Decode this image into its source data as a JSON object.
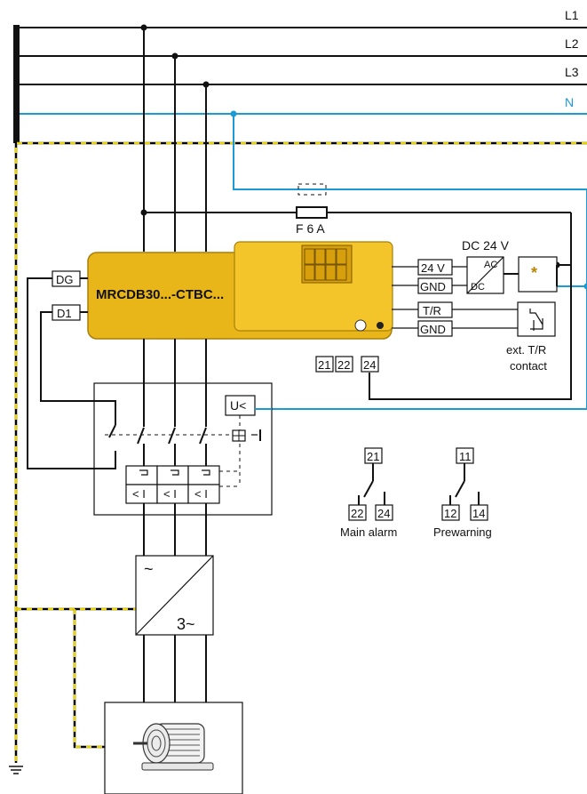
{
  "supply": {
    "l1": "L1",
    "l2": "L2",
    "l3": "L3",
    "n": "N"
  },
  "fuse_label": "F 6 A",
  "device": {
    "name": "MRCDB30...-CTBC...",
    "body_color": "#e9b61a",
    "panel_color": "#f3c52a"
  },
  "terminals": {
    "dg": "DG",
    "d1": "D1",
    "t24v": "24 V",
    "gnd1": "GND",
    "tr": "T/R",
    "gnd2": "GND",
    "r21": "21",
    "r22": "22",
    "r24": "24"
  },
  "power_supply": {
    "title": "DC 24 V",
    "ac": "AC",
    "dc": "DC",
    "star": "*"
  },
  "test_contact": {
    "line1": "ext. T/R",
    "line2": "contact"
  },
  "breaker": {
    "undervoltage": "U<",
    "trip": "< I"
  },
  "relays": {
    "main": {
      "common": "21",
      "nc": "22",
      "no": "24",
      "label": "Main alarm"
    },
    "pre": {
      "common": "11",
      "nc": "12",
      "no": "14",
      "label": "Prewarning"
    }
  },
  "converter": {
    "in_symbol": "~",
    "out_symbol": "3~"
  },
  "colors": {
    "neutral": "#1b9ad6",
    "pe_yellow": "#e8d100",
    "wire": "#111111"
  },
  "icons": {
    "motor": "electric-motor-icon",
    "ground": "ground-icon"
  }
}
